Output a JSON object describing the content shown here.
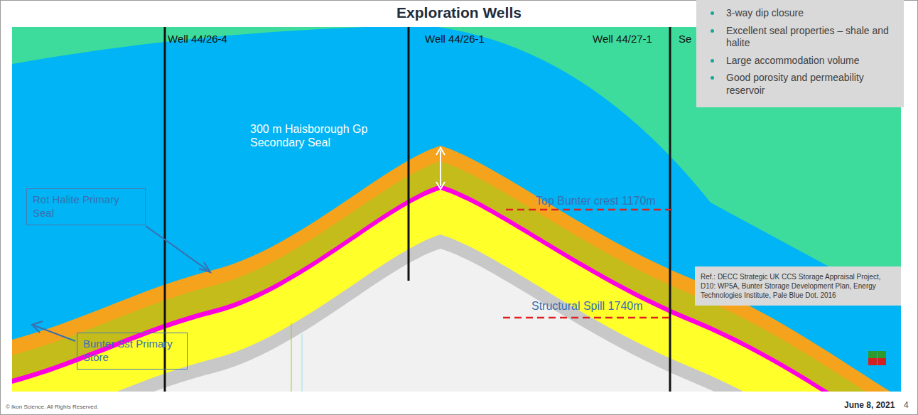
{
  "diagram": {
    "title": "Exploration Wells",
    "nodes": [
      {
        "text": [
          "3-way dip closure",
          "Excellent seal properties – shale and halite",
          "Large accommodation volume",
          "Good porosity and permeability reservoir"
        ]
      },
      {
        "text": [
          "Rot Halite Primary Seal"
        ]
      },
      {
        "text": [
          "Bunter Sst Primary Store"
        ]
      },
      {
        "text": [
          "Ref.: DECC Strategic UK CCS Storage Appraisal Project, D10: WP5A, Bunter Storage Development Plan, Energy Technologies Institute, Pale Blue Dot. 2016"
        ]
      }
    ],
    "labels": [
      "Well 44/26-4",
      "Well 44/26-1",
      "Well 44/27-1",
      "Se",
      "300 m Haisborough Gp Secondary Seal",
      "Top Bunter crest 1170m",
      "Structural Spill 1740m",
      "© Ikon Science. All Rights Reserved.",
      "June 8, 2021",
      "4"
    ]
  }
}
